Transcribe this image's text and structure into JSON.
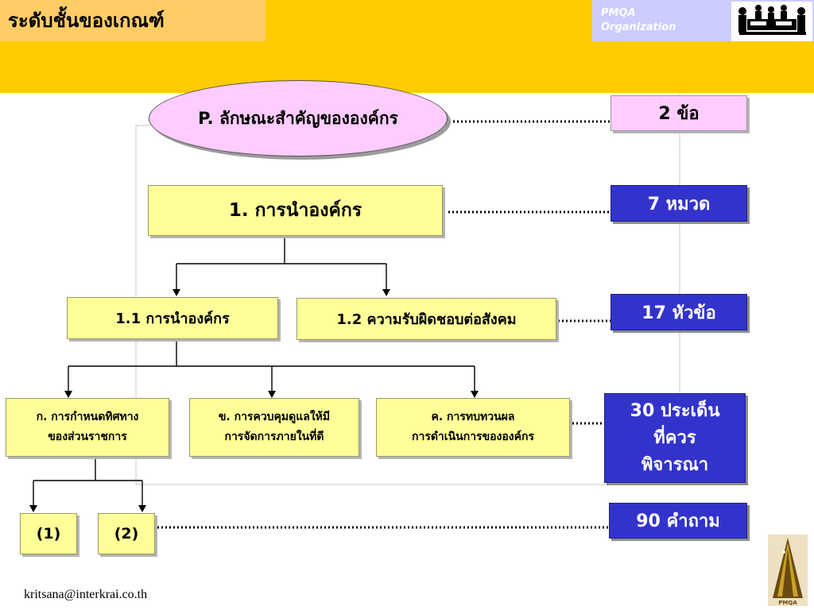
{
  "header": {
    "title": "ระดับชั้นของเกณฑ์",
    "org_line1": "PMQA",
    "org_line2": "Organization"
  },
  "diagram": {
    "profile": "P. ลักษณะสำคัญขององค์กร",
    "category": "1. การนำองค์กร",
    "item_1_1": "1.1 การนำองค์กร",
    "item_1_2": "1.2 ความรับผิดชอบต่อสังคม",
    "area_a": "ก. การกำหนดทิศทาง\nของส่วนราชการ",
    "area_b": "ข. การควบคุมดูแลให้มี\nการจัดการภายในที่ดี",
    "area_c": "ค. การทบทวนผล\nการดำเนินการขององค์กร",
    "q1": "(1)",
    "q2": "(2)"
  },
  "counts": {
    "profile": "2 ข้อ",
    "categories": "7 หมวด",
    "items": "17 หัวข้อ",
    "areas": "30 ประเด็น\nที่ควร\nพิจารณา",
    "questions": "90 คำถาม"
  },
  "footer": {
    "email": "kritsana@interkrai.co.th",
    "logo_text": "PMQA"
  },
  "colors": {
    "header_bg": "#ffcc00",
    "title_bg": "#ffcc66",
    "box_yellow": "#ffff99",
    "box_blue": "#3333cc",
    "box_pink": "#ffccff"
  }
}
